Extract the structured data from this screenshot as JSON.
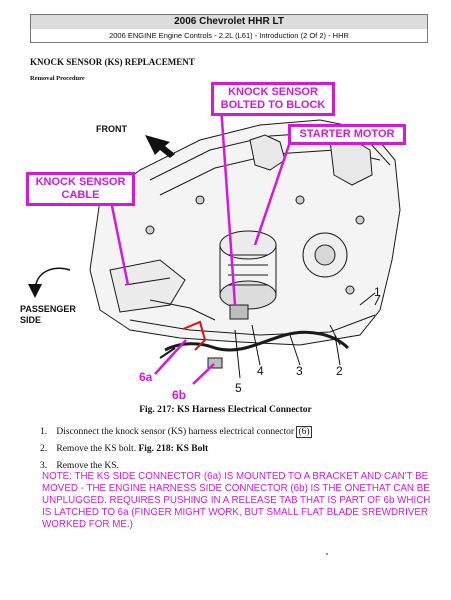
{
  "header": {
    "title": "2006 Chevrolet HHR LT",
    "breadcrumb": "2006 ENGINE Engine Controls - 2.2L (L61) - Introduction (2 Of 2) - HHR"
  },
  "section_title": "KNOCK SENSOR (KS) REPLACEMENT",
  "procedure_label": "Removal Procedure",
  "diagram": {
    "callouts": {
      "ks_bolted": "KNOCK SENSOR BOLTED TO BLOCK",
      "starter": "STARTER MOTOR",
      "ks_cable": "KNOCK SENSOR CABLE"
    },
    "labels": {
      "front": "FRONT",
      "passenger": "PASSENGER SIDE"
    },
    "numbers": {
      "n1": "1",
      "n2": "2",
      "n3": "3",
      "n4": "4",
      "n5": "5",
      "n6a": "6a",
      "n6b": "6b"
    }
  },
  "caption": "Fig. 217: KS Harness Electrical Connector",
  "steps": [
    {
      "num": "1.",
      "text": "Disconnect the knock sensor (KS) harness electrical connector",
      "ref": "(6)"
    },
    {
      "num": "2.",
      "text": "Remove the KS bolt.",
      "fig": "Fig. 218: KS Bolt"
    },
    {
      "num": "3.",
      "text": "Remove the KS."
    }
  ],
  "note": "NOTE:  THE KS SIDE CONNECTOR (6a) IS MOUNTED TO A BRACKET AND CAN'T BE MOVED - THE ENGINE HARNESS SIDE CONNECTOR (6b) IS THE ONETHAT CAN BE  UNPLUGGED.  REQUIRES PUSHING IN A RELEASE TAB THAT IS PART OF 6b WHICH IS  LATCHED TO 6a  (FINGER MIGHT WORK, BUT SMALL FLAT BLADE SREWDRIVER WORKED FOR ME.)",
  "colors": {
    "annotation": "#d21ad8",
    "red_wire": "#e01010"
  }
}
